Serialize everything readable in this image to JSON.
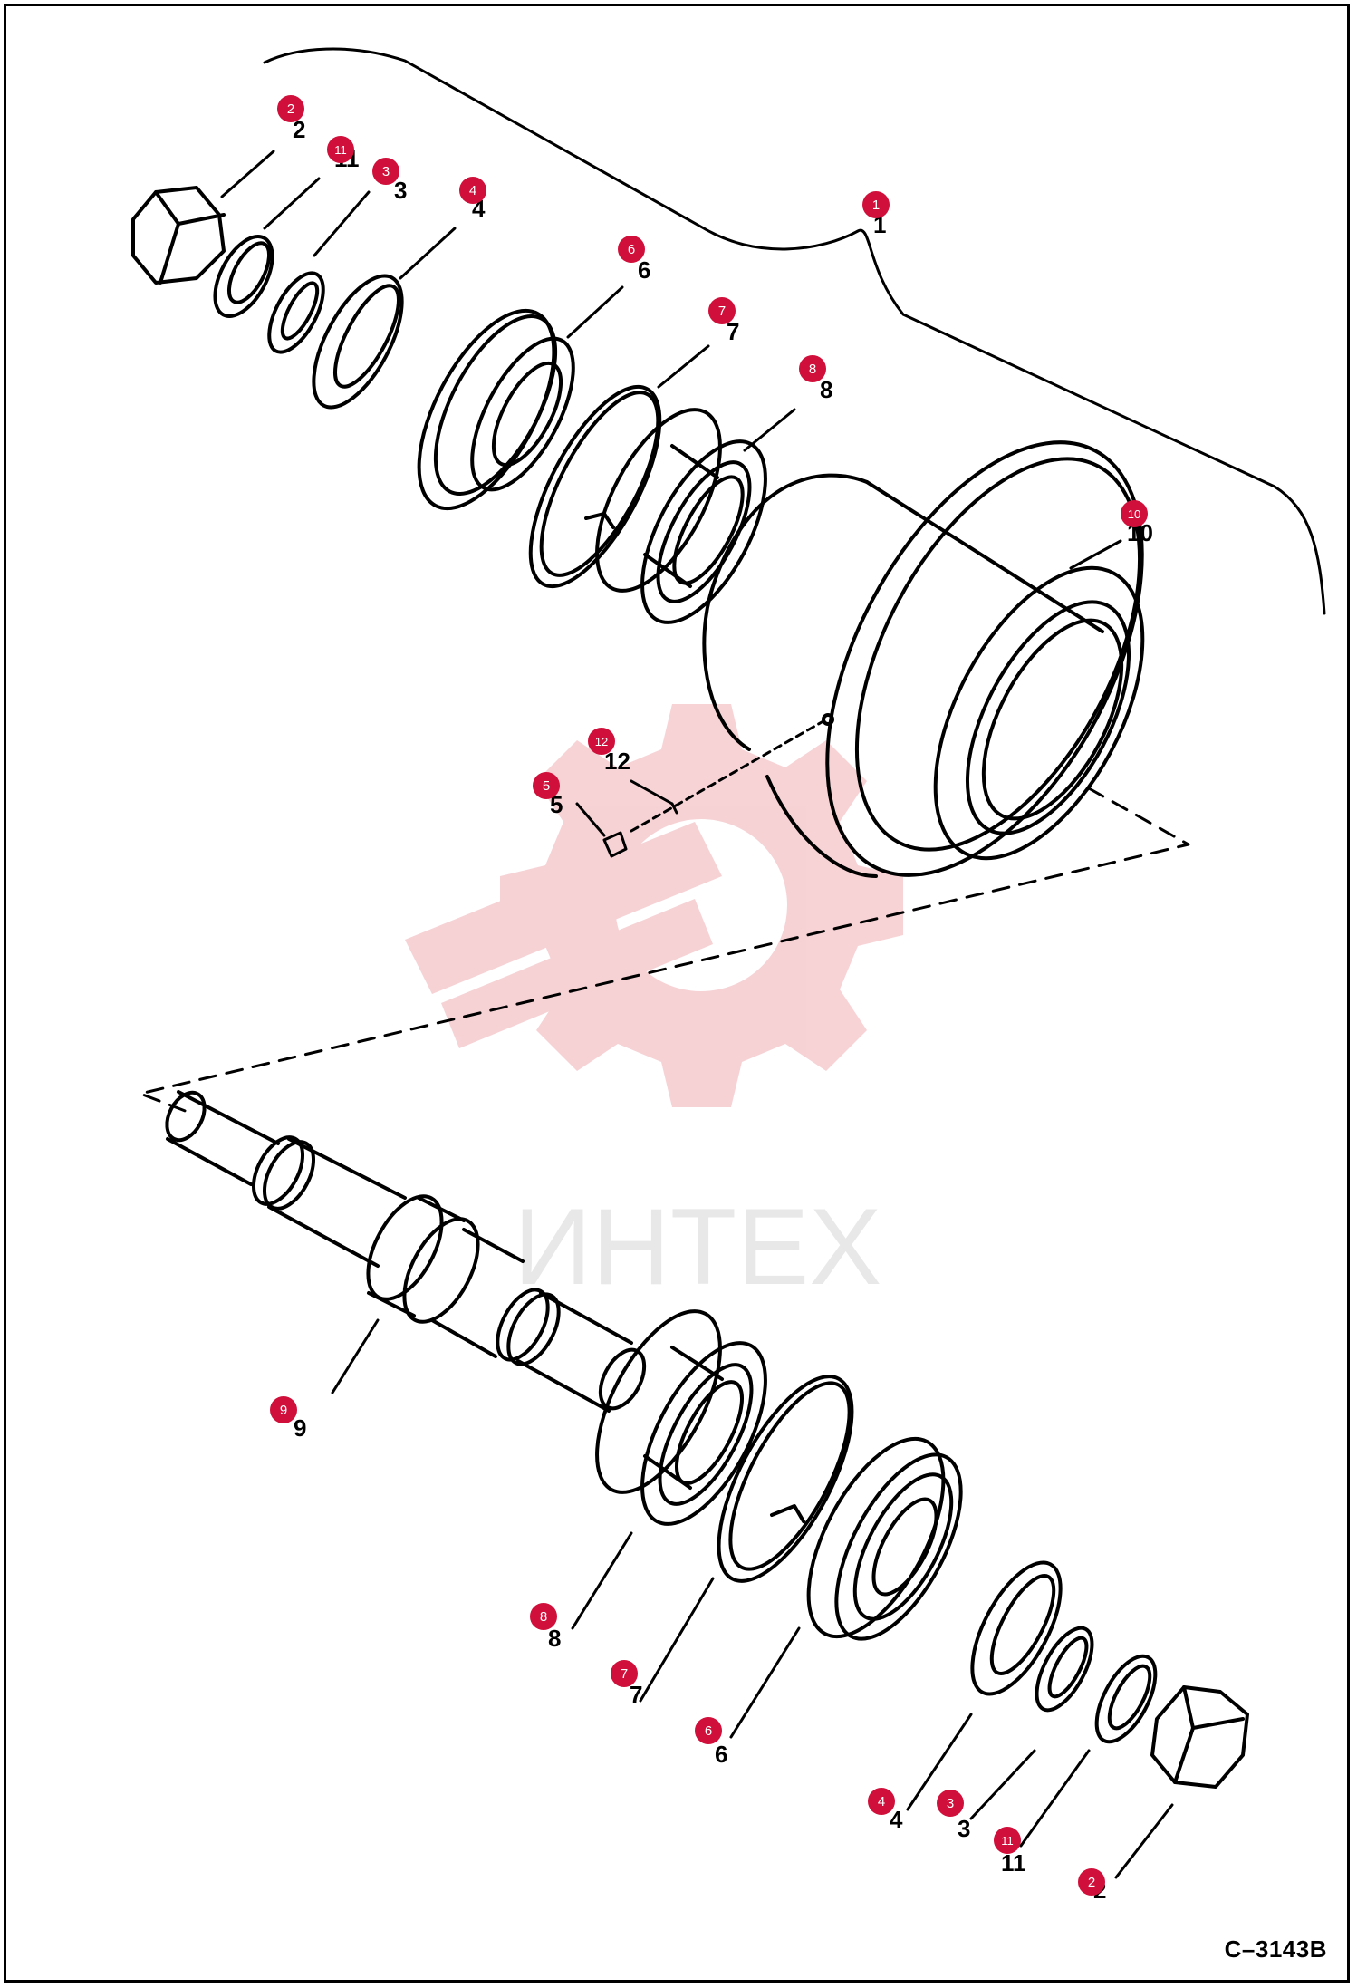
{
  "diagram": {
    "drawing_code": "C–3143B",
    "watermark_text": "ИНТЕХ",
    "colors": {
      "line": "#000000",
      "callout": "#d0103a",
      "watermark": "#f2c0c4"
    },
    "callouts": [
      {
        "id": "c2a",
        "number": "2"
      },
      {
        "id": "c11a",
        "number": "11"
      },
      {
        "id": "c3a",
        "number": "3"
      },
      {
        "id": "c4a",
        "number": "4"
      },
      {
        "id": "c6a",
        "number": "6"
      },
      {
        "id": "c7a",
        "number": "7"
      },
      {
        "id": "c8a",
        "number": "8"
      },
      {
        "id": "c1",
        "number": "1"
      },
      {
        "id": "c10",
        "number": "10"
      },
      {
        "id": "c12",
        "number": "12"
      },
      {
        "id": "c5",
        "number": "5"
      },
      {
        "id": "c9",
        "number": "9"
      },
      {
        "id": "c8b",
        "number": "8"
      },
      {
        "id": "c7b",
        "number": "7"
      },
      {
        "id": "c6b",
        "number": "6"
      },
      {
        "id": "c4b",
        "number": "4"
      },
      {
        "id": "c3b",
        "number": "3"
      },
      {
        "id": "c11b",
        "number": "11"
      },
      {
        "id": "c2b",
        "number": "2"
      }
    ]
  }
}
